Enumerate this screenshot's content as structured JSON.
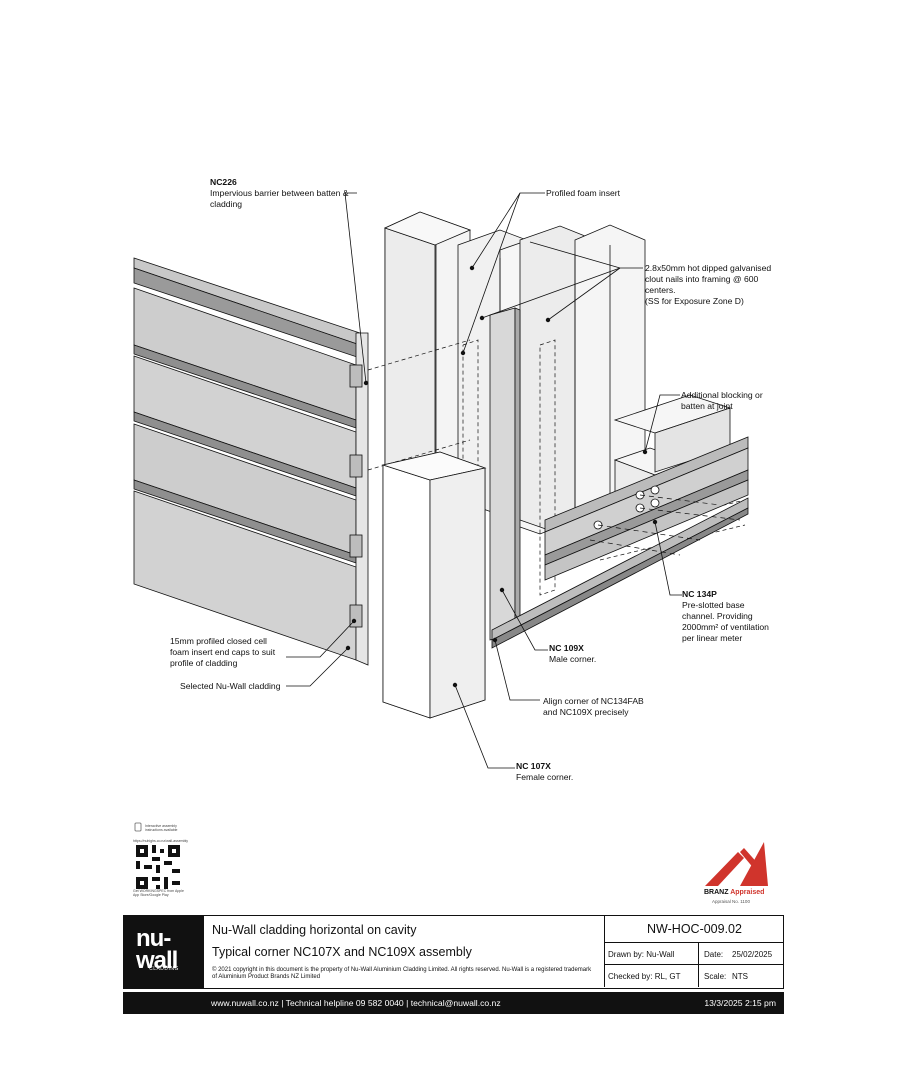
{
  "callouts": {
    "nc226_code": "NC226",
    "nc226_desc_1": "Impervious barrier between batten &",
    "nc226_desc_2": "cladding",
    "foam_insert": "Profiled foam insert",
    "nails_1": "2.8x50mm hot dipped galvanised",
    "nails_2": "clout nails into framing @ 600",
    "nails_3": "centers.",
    "nails_4": "(SS for Exposure Zone D)",
    "blocking_1": "Additional blocking or",
    "blocking_2": "batten at joint",
    "nc134p_code": "NC 134P",
    "nc134p_1": "Pre-slotted base",
    "nc134p_2": "channel. Providing",
    "nc134p_3": "2000mm² of ventilation",
    "nc134p_4": "per linear meter",
    "endcap_1": "15mm profiled closed cell",
    "endcap_2": "foam insert end caps to suit",
    "endcap_3": "profile of cladding",
    "cladding": "Selected Nu-Wall cladding",
    "nc109x_code": "NC 109X",
    "nc109x_desc": "Male corner.",
    "align_1": "Align corner of NC134FAB",
    "align_2": "and NC109X precisely",
    "nc107x_code": "NC 107X",
    "nc107x_desc": "Female corner."
  },
  "title_block": {
    "logo_main_1": "nu-",
    "logo_main_2": "wall",
    "logo_sub": "CLADDING",
    "title": "Nu-Wall cladding horizontal on cavity",
    "subtitle": "Typical corner NC107X and NC109X assembly",
    "copyright": "© 2021 copyright in this document is the property of Nu-Wall Aluminium Cladding Limited. All rights reserved. Nu-Wall is a registered trademark of Aluminium Product Brands NZ Limited",
    "doc_number": "NW-HOC-009.02",
    "drawn_by": "Drawn by: Nu-Wall",
    "date_label": "Date:",
    "date_value": "25/02/2025",
    "checked_by": "Checked by: RL, GT",
    "scale_label": "Scale:",
    "scale_value": "NTS"
  },
  "footer": {
    "contact": "www.nuwall.co.nz  |  Technical helpline 09 582 0040  |  technical@nuwall.co.nz",
    "timestamp": "13/3/2025 2:15 pm"
  },
  "qr": {
    "top_text": "Interactive assembly instructions available",
    "url": "https://nuhighs.co.nz/wall-assembly",
    "bottom_text": "Get WORKINGSPEC from Apple App Store/Google Play"
  },
  "branz": {
    "word": "BRANZ",
    "appraised": "Appraised",
    "sub": "Appraisal No. 1100"
  }
}
